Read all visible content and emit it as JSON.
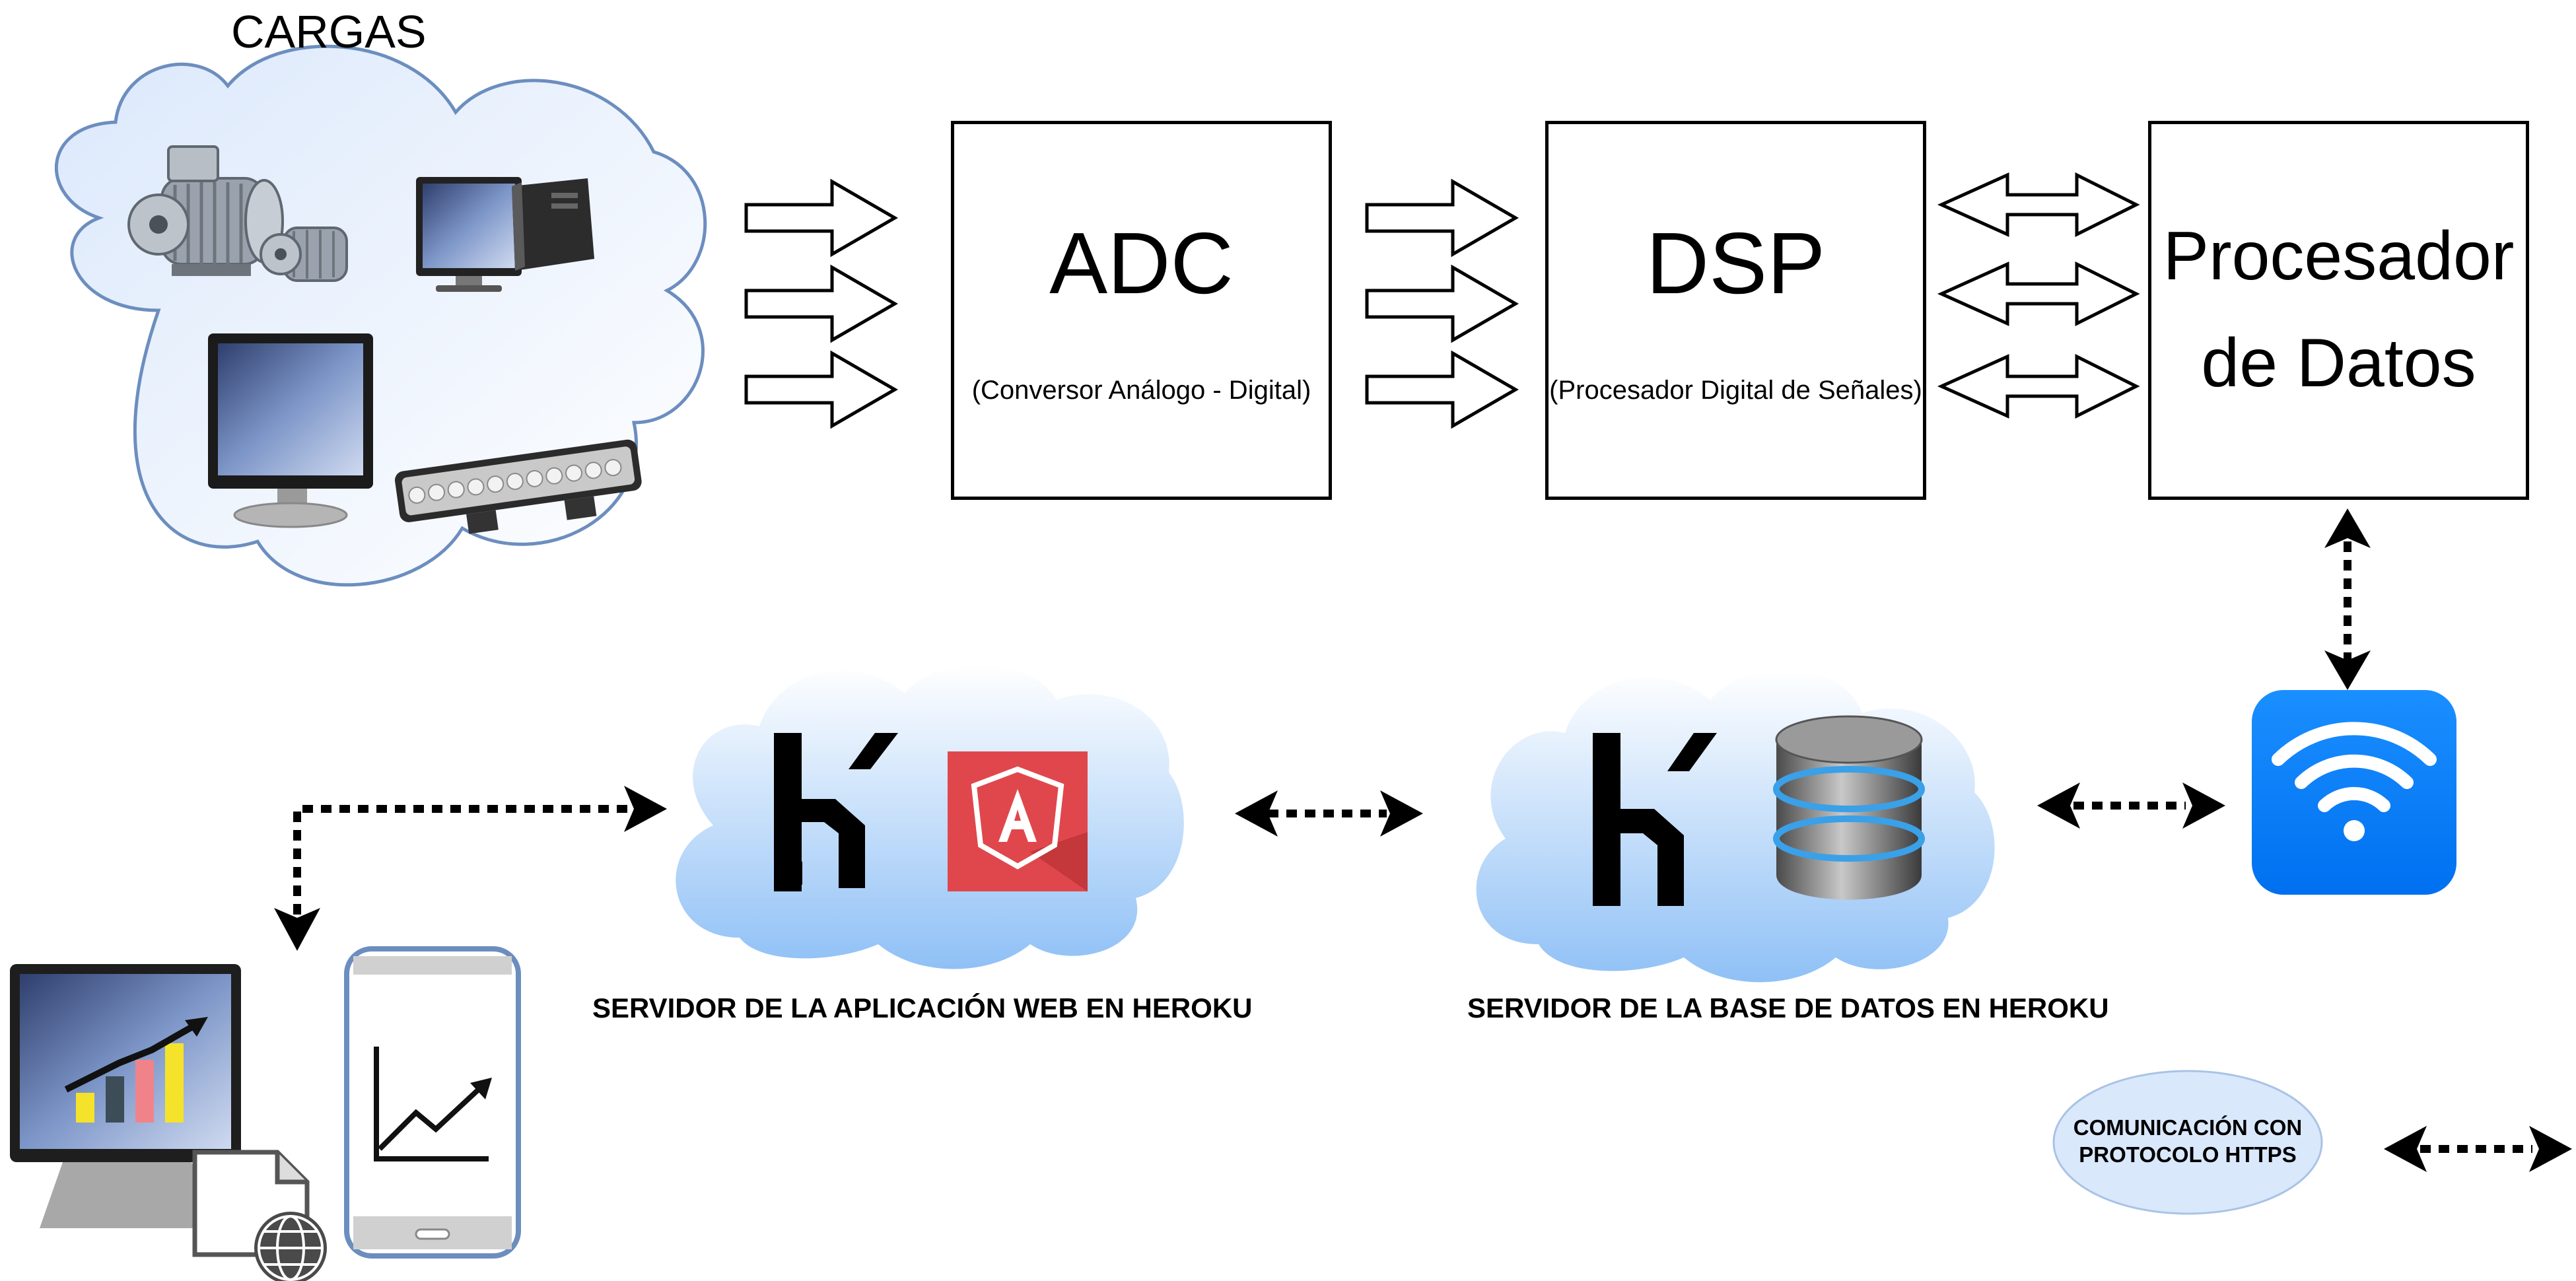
{
  "loads": {
    "title": "CARGAS"
  },
  "blocks": {
    "adc": {
      "title": "ADC",
      "subtitle": "(Conversor Análogo - Digital)"
    },
    "dsp": {
      "title": "DSP",
      "subtitle": "(Procesador Digital de Señales)"
    },
    "processor": {
      "line1": "Procesador",
      "line2": "de Datos"
    }
  },
  "servers": {
    "web": {
      "caption": "SERVIDOR DE LA APLICACIÓN WEB EN HEROKU"
    },
    "database": {
      "caption": "SERVIDOR DE LA BASE DE DATOS EN HEROKU"
    }
  },
  "legend": {
    "line1": "COMUNICACIÓN CON",
    "line2": "PROTOCOLO HTTPS"
  },
  "colors": {
    "cloud_fill": "#dbe8fb",
    "cloud_stroke": "#6c8ebf",
    "server_cloud": "#a9cdf7",
    "angular": "#e0474c",
    "wifi": "#0a84ff",
    "legend_fill": "#dae8fc"
  },
  "icons": [
    "motor-icon",
    "desktop-pc-icon",
    "monitor-icon",
    "led-bar-icon",
    "heroku-icon",
    "angular-icon",
    "database-icon",
    "wifi-icon",
    "chart-monitor-icon",
    "smartphone-chart-icon",
    "web-document-icon"
  ]
}
